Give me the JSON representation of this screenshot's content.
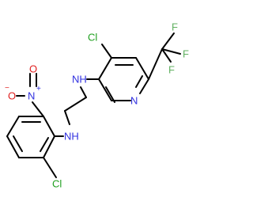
{
  "structure": {
    "atom_labels": {
      "cl_pyridine": "Cl",
      "cl_phenyl": "Cl",
      "cf3_f_top": "F",
      "cf3_f_right": "F",
      "cf3_f_bottom": "F",
      "n_pyridine": "N",
      "nh_upper": "NH",
      "nh_lower": "NH",
      "n_nitro": "N",
      "n_nitro_charge": "+",
      "o_nitro": "O",
      "o_nitro_charge": "−",
      "o_nitro_bottom": "O"
    },
    "colors": {
      "bond": "#000000",
      "nitrogen": "#3030e0",
      "oxygen": "#e02020",
      "chlorine": "#20a020",
      "fluorine": "#60b060"
    }
  }
}
